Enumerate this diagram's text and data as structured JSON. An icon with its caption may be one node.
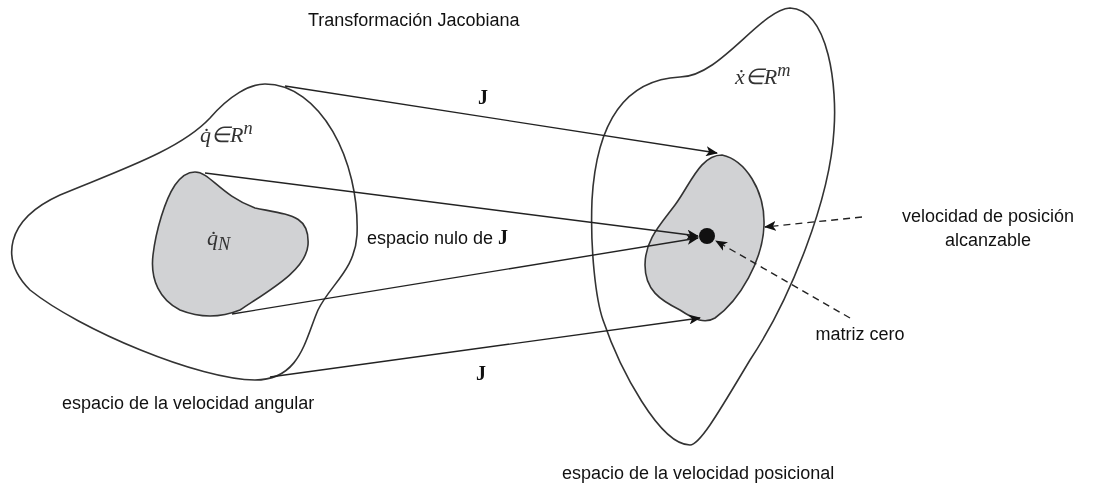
{
  "diagram": {
    "title": "Transformación Jacobiana",
    "nodes": [
      {
        "text": [
          "q̇∈R$^{n}$"
        ],
        "beside": [
          "espacio de la velocidad angular"
        ]
      },
      {
        "text": [
          "q̇$_{N}$"
        ],
        "in": 0
      },
      {
        "text": [
          "ẋ∈R$^{m}$"
        ],
        "beside": [
          "espacio de la velocidad posicional"
        ]
      },
      {
        "text": [],
        "shape": "blob",
        "in": 2
      },
      {
        "text": [],
        "shape": "circle",
        "in": 3
      },
      {
        "text": [
          "velocidad de posición alcanzable"
        ]
      },
      {
        "text": [
          "matriz cero"
        ]
      }
    ],
    "edges": [
      {
        "from": 0,
        "to": 3,
        "arrow": "to",
        "label": "J"
      },
      {
        "from": 1,
        "to": 4,
        "arrow": "to"
      },
      {
        "from": 1,
        "to": 4,
        "arrow": "to",
        "label": "espacio nulo de **J**"
      },
      {
        "from": 0,
        "to": 3,
        "arrow": "to",
        "label": "J"
      },
      {
        "from": 5,
        "to": 3,
        "arrow": "to",
        "style": "dashed"
      },
      {
        "from": 6,
        "to": 4,
        "arrow": "to",
        "style": "dashed"
      }
    ]
  }
}
